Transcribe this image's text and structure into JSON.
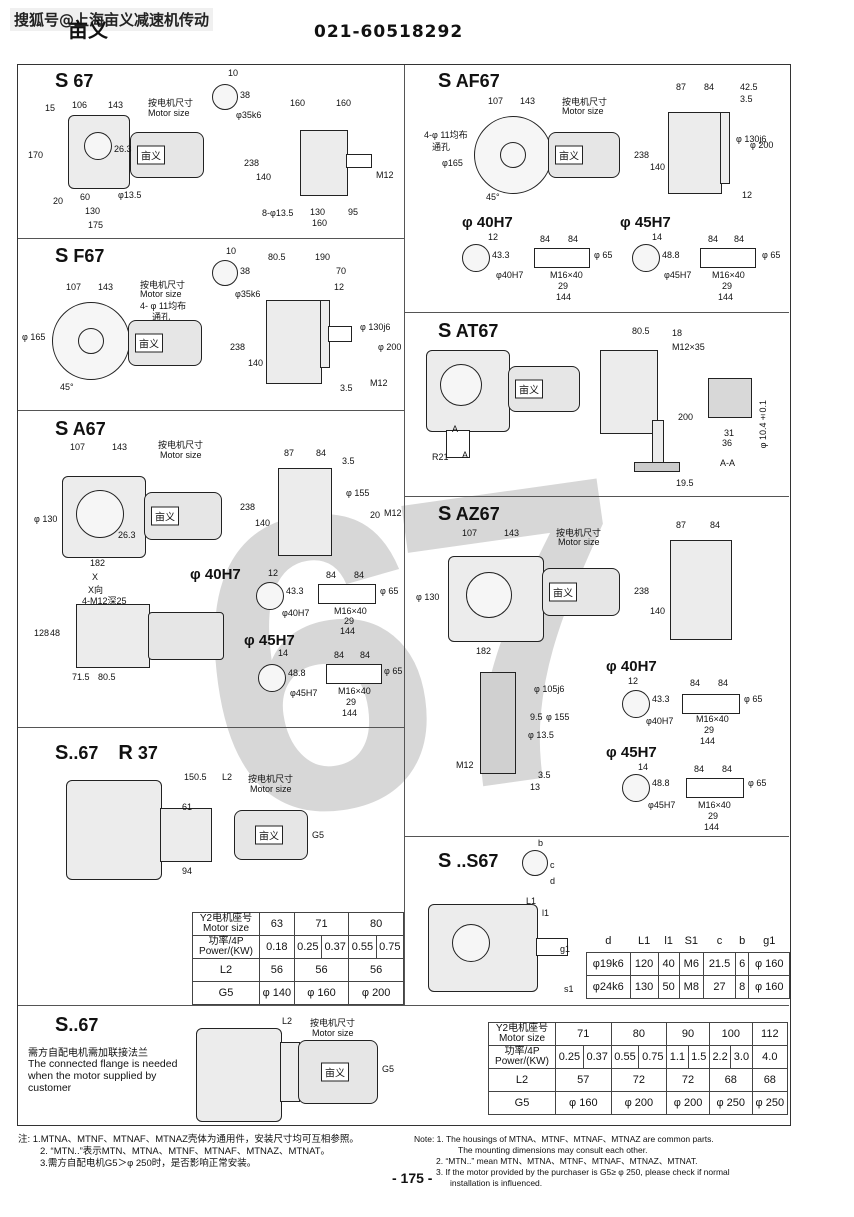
{
  "header": {
    "watermark": "搜狐号@上海亩义减速机传动",
    "brand": "亩义",
    "phone": "021-60518292"
  },
  "motor_label": "亩义",
  "motor_size_cn": "按电机尺寸",
  "motor_size_en": "Motor size",
  "sections": {
    "s67": {
      "title_s": "S",
      "title": "67",
      "dims": {
        "d15": "15",
        "d106": "106",
        "d143": "143",
        "d170": "170",
        "d20": "20",
        "d60": "60",
        "d130": "130",
        "d175": "175",
        "d13_5": "φ13.5",
        "d26_3": "26.3",
        "d10": "10",
        "d38": "38",
        "d35k6": "φ35k6",
        "d160a": "160",
        "d160b": "160",
        "d238": "238",
        "d140": "140",
        "d8_13_5": "8-φ13.5",
        "d130b": "130",
        "d95": "95",
        "d160c": "160",
        "dM12": "M12"
      }
    },
    "saf67": {
      "title_s": "S",
      "title": "AF67",
      "dims": {
        "d107": "107",
        "d143": "143",
        "holes": "4-φ 11均布",
        "holes2": "通孔",
        "d165": "φ165",
        "d45": "45°",
        "d87": "87",
        "d84": "84",
        "d42_5": "42.5",
        "d3_5": "3.5",
        "d238": "238",
        "d140": "140",
        "d130j6": "φ 130j6",
        "d200": "φ 200",
        "d12": "12"
      }
    },
    "sf67": {
      "title_s": "S",
      "title": "F67",
      "dims": {
        "d107": "107",
        "d143": "143",
        "holes": "4- φ 11均布",
        "holes2": "通孔",
        "d165": "φ 165",
        "d45": "45°",
        "d10": "10",
        "d38": "38",
        "d35k6": "φ35k6",
        "d80_5": "80.5",
        "d190": "190",
        "d70": "70",
        "d12": "12",
        "d238": "238",
        "d140": "140",
        "d130j6": "φ 130j6",
        "d200": "φ 200",
        "d3_5": "3.5",
        "dM12": "M12"
      }
    },
    "sat67": {
      "title_s": "S",
      "title": "AT67",
      "dims": {
        "d80_5": "80.5",
        "d18": "18",
        "dM12x35": "M12×35",
        "d200": "200",
        "dR21": "R21",
        "dA": "A",
        "dA2": "A",
        "d19_5": "19.5",
        "d31": "31",
        "d36": "36",
        "d10_4": "φ 10.4±0.1",
        "dAA": "A-A"
      }
    },
    "sa67": {
      "title_s": "S",
      "title": "A67",
      "dims": {
        "d107": "107",
        "d143": "143",
        "d130": "φ 130",
        "d87": "87",
        "d84": "84",
        "d3_5": "3.5",
        "d155": "φ 155",
        "d238": "238",
        "d140": "140",
        "d20": "20",
        "dM12": "M12",
        "d182": "182",
        "d26_3": "26.3",
        "dX": "X",
        "dXdir": "X向",
        "dM12deep": "4-M12深25",
        "d128": "128",
        "d48": "48",
        "d71_5": "71.5",
        "d80_5": "80.5"
      }
    },
    "saz67": {
      "title_s": "S",
      "title": "AZ67",
      "dims": {
        "d107": "107",
        "d143": "143",
        "d130": "φ 130",
        "d87": "87",
        "d84": "84",
        "d238": "238",
        "d140": "140",
        "d182": "182",
        "d105j6": "φ 105j6",
        "d155": "φ 155",
        "d13_5": "φ 13.5",
        "d9_5": "9.5",
        "d3_5": "3.5",
        "d13": "13",
        "dM12": "M12"
      }
    },
    "hollow_shafts": {
      "h40": {
        "title": "φ 40H7",
        "d12": "12",
        "d43_3": "43.3",
        "d40h7": "φ40H7",
        "d84a": "84",
        "d84b": "84",
        "d65": "φ 65",
        "dM16": "M16×40",
        "d29": "29",
        "d144": "144"
      },
      "h45": {
        "title": "φ 45H7",
        "d14": "14",
        "d48_8": "48.8",
        "d45h7": "φ45H7",
        "d84a": "84",
        "d84b": "84",
        "d65": "φ 65",
        "dM16": "M16×40",
        "d29": "29",
        "d144": "144"
      }
    },
    "sr37": {
      "title_s": "S",
      "title": "..67",
      "title2_s": "R",
      "title2": "37",
      "dims": {
        "d150_5": "150.5",
        "dL2": "L2",
        "d61": "61",
        "d94": "94",
        "dG5": "G5"
      }
    },
    "ss67": {
      "title_s": "S",
      "title": "..S67",
      "dims": {
        "db": "b",
        "dc": "c",
        "dd": "d",
        "dL1": "L1",
        "dl1": "l1",
        "dg1": "g1",
        "ds1": "s1"
      }
    },
    "s67b": {
      "title_s": "S",
      "title": "..67",
      "note_cn": "需方自配电机需加联接法兰",
      "note_en": "The connected flange is needed when the motor supplied by customer",
      "dims": {
        "dL2": "L2",
        "dG5": "G5"
      }
    }
  },
  "table_r37": {
    "h1": "Y2电机座号",
    "h1b": "Motor size",
    "h2": "功率/4P",
    "h2b": "Power/(KW)",
    "sizes": [
      "63",
      "71",
      "80"
    ],
    "powers": [
      "0.18",
      "0.25",
      "0.37",
      "0.55",
      "0.75"
    ],
    "L2_label": "L2",
    "L2": [
      "56",
      "56",
      "56"
    ],
    "G5_label": "G5",
    "G5": [
      "φ 140",
      "φ 160",
      "φ 200"
    ]
  },
  "table_ss67": {
    "headers": [
      "d",
      "L1",
      "l1",
      "S1",
      "c",
      "b",
      "g1"
    ],
    "rows": [
      [
        "φ19k6",
        "120",
        "40",
        "M6",
        "21.5",
        "6",
        "φ 160"
      ],
      [
        "φ24k6",
        "130",
        "50",
        "M8",
        "27",
        "8",
        "φ 160"
      ]
    ]
  },
  "table_s67b": {
    "h1": "Y2电机座号",
    "h1b": "Motor size",
    "h2": "功率/4P",
    "h2b": "Power/(KW)",
    "sizes": [
      "71",
      "80",
      "90",
      "100",
      "112"
    ],
    "powers": [
      "0.25",
      "0.37",
      "0.55",
      "0.75",
      "1.1",
      "1.5",
      "2.2",
      "3.0",
      "4.0"
    ],
    "L2_label": "L2",
    "L2": [
      "57",
      "72",
      "72",
      "68",
      "68"
    ],
    "G5_label": "G5",
    "G5": [
      "φ 160",
      "φ 200",
      "φ 200",
      "φ 250",
      "φ 250"
    ]
  },
  "notes_cn": [
    "注: 1.MTNA、MTNF、MTNAF、MTNAZ壳体为通用件，安装尺寸均可互相参照。",
    "2. “MTN..”表示MTN、MTNA、MTNF、MTNAF、MTNAZ、MTNAT。",
    "3.需方自配电机G5＞φ 250时，是否影响正常安装。"
  ],
  "notes_en": [
    "Note: 1. The housings of MTNA、MTNF、MTNAF、MTNAZ are common parts.",
    "The mounting dimensions  may consult each other.",
    "2.  “MTN..” mean MTN、MTNA、MTNF、MTNAF、MTNAZ、MTNAT.",
    "3. If the motor provided by the purchaser is G5≥ φ 250, please check if normal",
    "installation is influenced."
  ],
  "page_number": "- 175 -",
  "watermark_big": "67"
}
